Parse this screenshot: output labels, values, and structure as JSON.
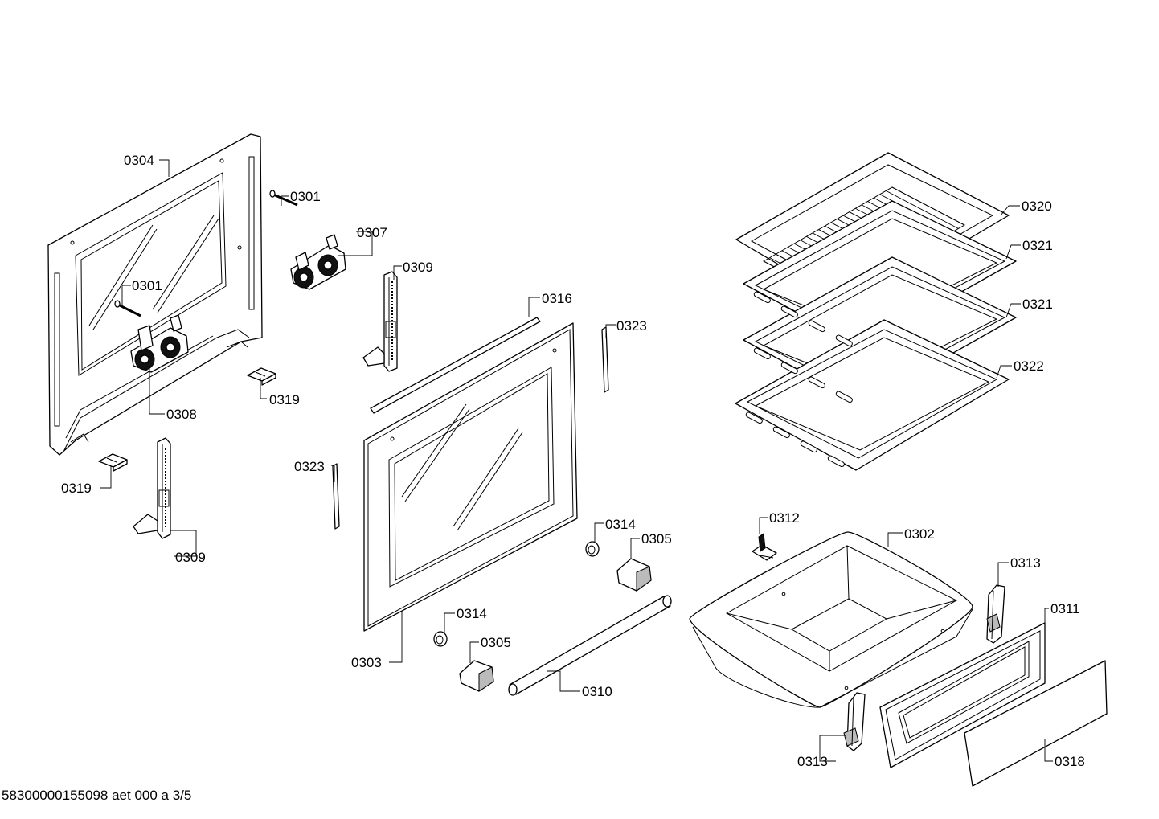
{
  "footer": {
    "doc_id": "58300000155098 aet 000 a 3/5"
  },
  "labels": {
    "l0304": "0304",
    "l0301a": "0301",
    "l0307": "0307",
    "l0301b": "0301",
    "l0309a": "0309",
    "l0316": "0316",
    "l0323a": "0323",
    "l0308": "0308",
    "l0319a": "0319",
    "l0319b": "0319",
    "l0309b": "0309",
    "l0323b": "0323",
    "l0303": "0303",
    "l0314a": "0314",
    "l0305a": "0305",
    "l0314b": "0314",
    "l0305b": "0305",
    "l0310": "0310",
    "l0320": "0320",
    "l0321a": "0321",
    "l0321b": "0321",
    "l0322": "0322",
    "l0312": "0312",
    "l0302": "0302",
    "l0313a": "0313",
    "l0311": "0311",
    "l0313b": "0313",
    "l0318": "0318"
  }
}
